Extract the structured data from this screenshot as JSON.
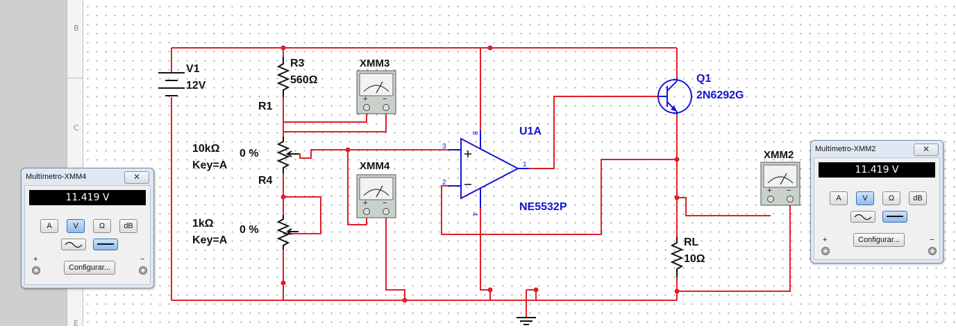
{
  "ruler": {
    "labels": [
      "B",
      "C",
      "E"
    ]
  },
  "components": {
    "v1": {
      "name": "V1",
      "value": "12V"
    },
    "r3": {
      "name": "R3",
      "value": "560Ω"
    },
    "r1": {
      "name": "R1"
    },
    "r4": {
      "name": "R4",
      "value": "10kΩ",
      "percent": "0 %",
      "key": "Key=A"
    },
    "pot2": {
      "value": "1kΩ",
      "percent": "0 %",
      "key": "Key=A"
    },
    "u1a": {
      "name": "U1A",
      "part": "NE5532P",
      "pins": {
        "p3": "3",
        "p2": "2",
        "p1": "1",
        "p8": "8",
        "p4": "4"
      }
    },
    "q1": {
      "name": "Q1",
      "part": "2N6292G"
    },
    "rl": {
      "name": "RL",
      "value": "10Ω"
    },
    "xmm3": {
      "name": "XMM3"
    },
    "xmm4": {
      "name": "XMM4"
    },
    "xmm2": {
      "name": "XMM2"
    }
  },
  "meter_symbol": {
    "plus": "+",
    "minus": "−"
  },
  "meters": {
    "xmm4": {
      "title": "Multímetro-XMM4",
      "reading": "11.419 V",
      "buttons": {
        "a": "A",
        "v": "V",
        "ohm": "Ω",
        "db": "dB"
      },
      "active": "V",
      "close": "✕",
      "config": "Configurar...",
      "plus": "+",
      "minus": "−"
    },
    "xmm2": {
      "title": "Multímetro-XMM2",
      "reading": "11.419 V",
      "buttons": {
        "a": "A",
        "v": "V",
        "ohm": "Ω",
        "db": "dB"
      },
      "active": "V",
      "close": "✕",
      "config": "Configurar...",
      "plus": "+",
      "minus": "−"
    }
  },
  "colors": {
    "wire": "#e01f26",
    "component": "#1414d6",
    "canvas": "#ffffff"
  }
}
